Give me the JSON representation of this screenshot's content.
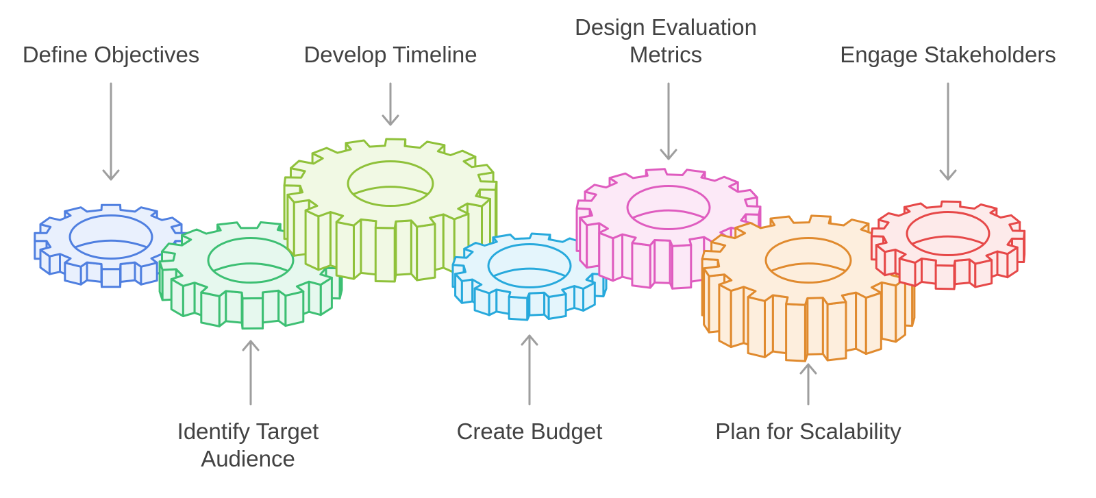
{
  "diagram": {
    "arrow_color": "#9e9e9e",
    "text_color": "#424242",
    "gears": [
      {
        "id": "define-objectives",
        "label_lines": [
          "Define Objectives"
        ],
        "label_position": "top",
        "stroke": "#4f7fe0",
        "fill": "#e9f0fd"
      },
      {
        "id": "identify-target-audience",
        "label_lines": [
          "Identify Target",
          "Audience"
        ],
        "label_position": "bottom",
        "stroke": "#3dbf73",
        "fill": "#e6f8ee"
      },
      {
        "id": "develop-timeline",
        "label_lines": [
          "Develop Timeline"
        ],
        "label_position": "top",
        "stroke": "#8fc13a",
        "fill": "#f1f9e4"
      },
      {
        "id": "create-budget",
        "label_lines": [
          "Create Budget"
        ],
        "label_position": "bottom",
        "stroke": "#27a9dc",
        "fill": "#e4f5fc"
      },
      {
        "id": "design-evaluation-metrics",
        "label_lines": [
          "Design Evaluation",
          "Metrics"
        ],
        "label_position": "top",
        "stroke": "#df5cbf",
        "fill": "#fce9f7"
      },
      {
        "id": "plan-for-scalability",
        "label_lines": [
          "Plan for Scalability"
        ],
        "label_position": "bottom",
        "stroke": "#e08a2e",
        "fill": "#fdeedd"
      },
      {
        "id": "engage-stakeholders",
        "label_lines": [
          "Engage Stakeholders"
        ],
        "label_position": "top",
        "stroke": "#e64848",
        "fill": "#fdeaea"
      }
    ]
  }
}
